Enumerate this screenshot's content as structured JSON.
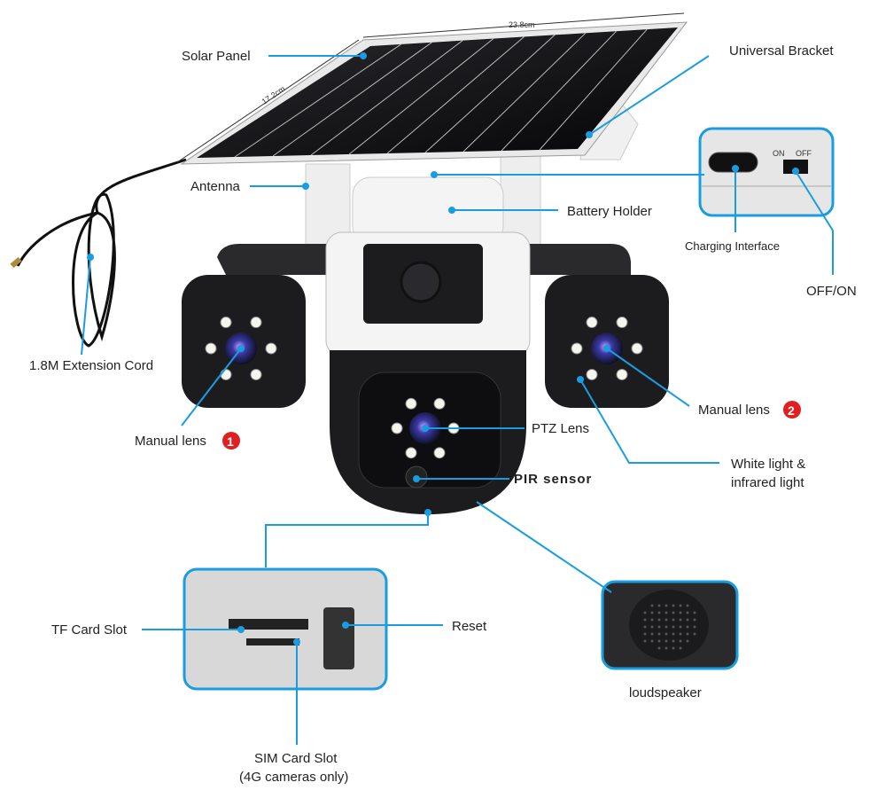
{
  "colors": {
    "leader": "#1a9de0",
    "badge": "#e02020",
    "panel": "#111111",
    "body": "#f2f2f2",
    "dark": "#1c1c1e"
  },
  "dimensions": {
    "width": "23.8cm",
    "depth": "17.2cm"
  },
  "labels": {
    "solar_panel": "Solar Panel",
    "universal_bracket": "Universal Bracket",
    "antenna": "Antenna",
    "battery_holder": "Battery Holder",
    "charging_interface": "Charging Interface",
    "off_on": "OFF/ON",
    "switch_on": "ON",
    "switch_off": "OFF",
    "extension_cord": "1.8M Extension Cord",
    "manual_lens_1": "Manual lens",
    "manual_lens_1_badge": "1",
    "manual_lens_2": "Manual lens",
    "manual_lens_2_badge": "2",
    "ptz_lens": "PTZ Lens",
    "pir_sensor": "PIR sensor",
    "white_light_1": "White light &",
    "white_light_2": "infrared light",
    "tf_card_slot": "TF Card Slot",
    "reset": "Reset",
    "loudspeaker": "loudspeaker",
    "sim_slot_1": "SIM Card Slot",
    "sim_slot_2": "(4G cameras only)"
  }
}
